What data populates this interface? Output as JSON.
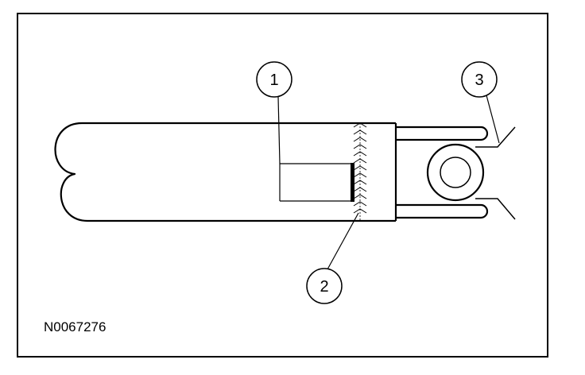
{
  "figure": {
    "id_label": "N0067276"
  },
  "callouts": [
    {
      "number": "1"
    },
    {
      "number": "2"
    },
    {
      "number": "3"
    }
  ],
  "colors": {
    "ink": "#000000",
    "background": "#ffffff"
  }
}
